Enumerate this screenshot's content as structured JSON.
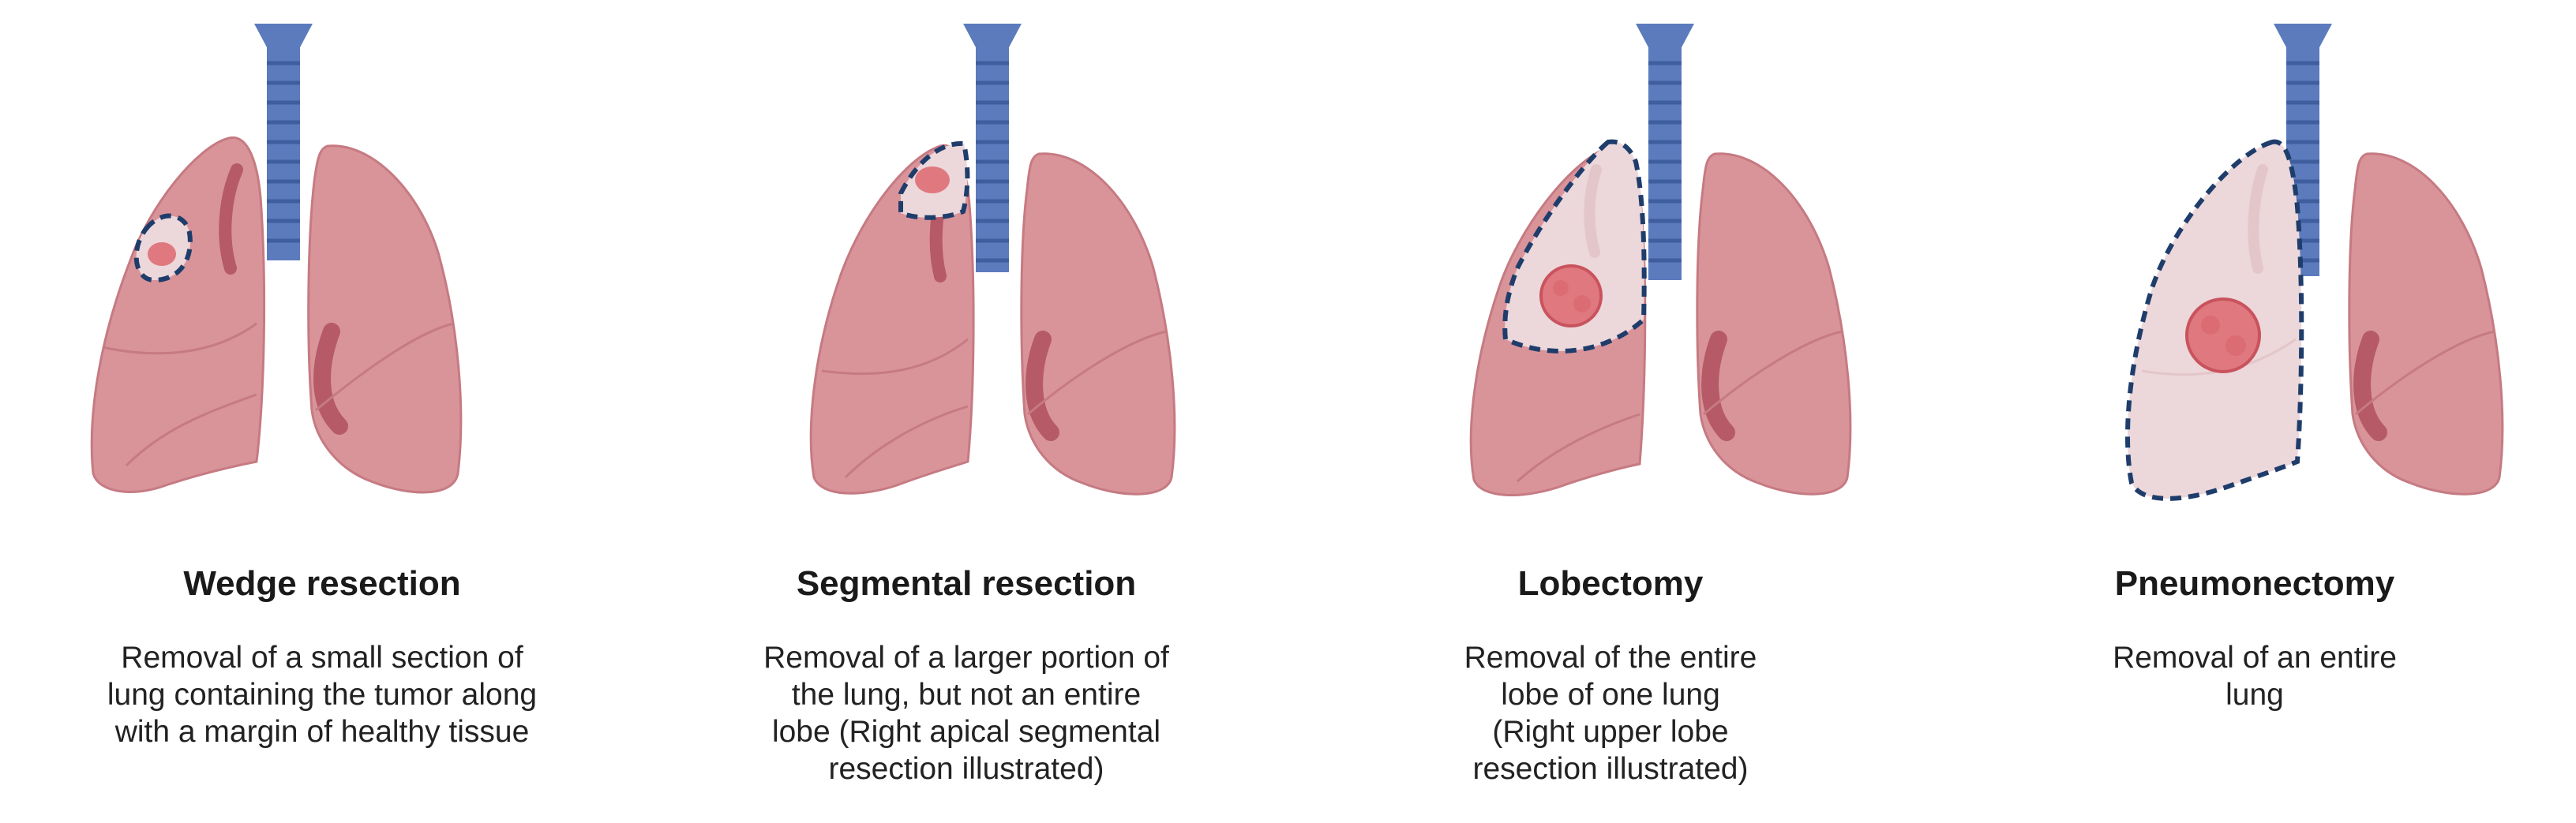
{
  "colors": {
    "lung_fill": "#d9949a",
    "lung_stroke": "#c67a82",
    "lung_inner": "#b55a66",
    "trachea": "#5b7bbd",
    "trachea_ring": "#3f5e9e",
    "resected_fill": "#ecd7da",
    "tumor": "#e0787f",
    "dash": "#1f3d6b"
  },
  "panels": [
    {
      "title": "Wedge resection",
      "description": "Removal of a small section of\nlung containing the tumor along\nwith a margin of healthy tissue"
    },
    {
      "title": "Segmental resection",
      "description": "Removal of a larger portion of\nthe lung, but not an entire\nlobe (Right apical segmental\nresection illustrated)"
    },
    {
      "title": "Lobectomy",
      "description": "Removal of the entire\nlobe of one lung\n(Right upper lobe\nresection illustrated)"
    },
    {
      "title": "Pneumonectomy",
      "description": "Removal of an entire\nlung"
    }
  ]
}
